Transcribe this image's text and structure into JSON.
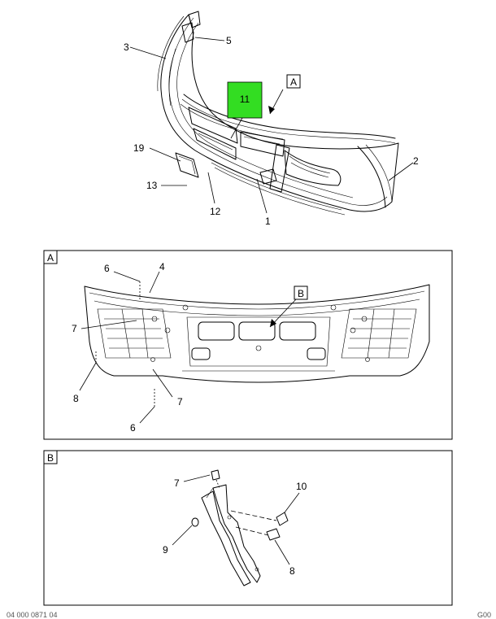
{
  "callouts": {
    "top": {
      "c3": "3",
      "c5": "5",
      "cA": "A",
      "c11": "11",
      "c19": "19",
      "c13": "13",
      "c12": "12",
      "c1": "1",
      "c2": "2"
    },
    "panelA": {
      "label": "A",
      "c6a": "6",
      "c4": "4",
      "cB": "B",
      "c7a": "7",
      "c8": "8",
      "c7b": "7",
      "c6b": "6"
    },
    "panelB": {
      "label": "B",
      "c7": "7",
      "c10": "10",
      "c9": "9",
      "c8": "8"
    }
  },
  "highlight_color": "#33dd22",
  "footer": {
    "left": "04 000 0871 04",
    "right": "G00"
  }
}
